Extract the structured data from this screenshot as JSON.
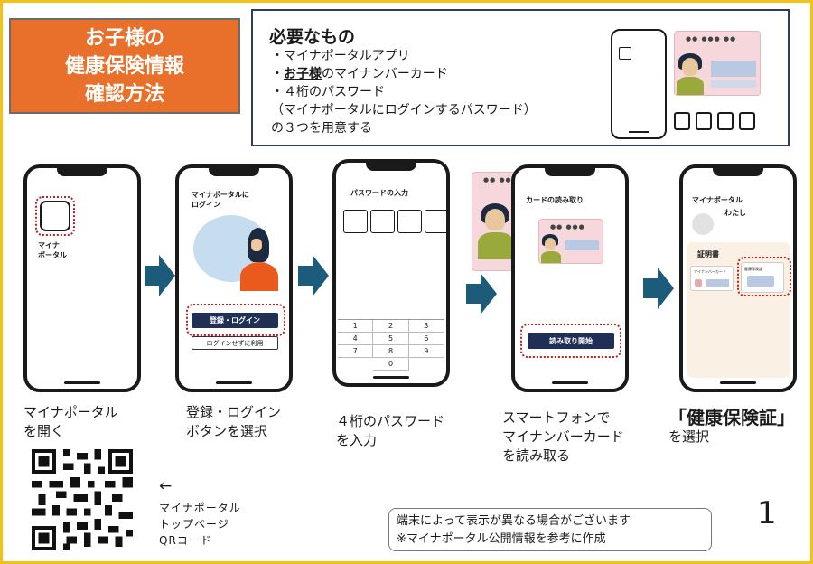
{
  "title": {
    "line1": "お子様の",
    "line2": "健康保険情報",
    "line3": "確認方法"
  },
  "needs": {
    "heading": "必要なもの",
    "item1": "・マイナポータルアプリ",
    "item2_prefix": "・",
    "item2_bold": "お子様",
    "item2_suffix": "のマイナンバーカード",
    "item3": "・４桁のパスワード",
    "item4": "（マイナポータルにログインするパスワード）",
    "item5": "の３つを用意する"
  },
  "step1": {
    "app_label_1": "マイナ",
    "app_label_2": "ポータル",
    "caption_1": "マイナポータル",
    "caption_2": "を開く"
  },
  "step2": {
    "screen_title_1": "マイナポータルに",
    "screen_title_2": "ログイン",
    "login_button": "登録・ログイン",
    "no_login_button": "ログインせずに利用",
    "caption_1": "登録・ログイン",
    "caption_2": "ボタンを選択"
  },
  "step3": {
    "screen_title": "パスワードの入力",
    "keys": [
      "1",
      "2",
      "3",
      "4",
      "5",
      "6",
      "7",
      "8",
      "9",
      "",
      "0",
      ""
    ],
    "caption_1": "４桁のパスワード",
    "caption_2": "を入力"
  },
  "step4": {
    "screen_title": "カードの読み取り",
    "start_button": "読み取り開始",
    "caption_1": "スマートフォンで",
    "caption_2": "マイナンバーカード",
    "caption_3": "を読み取る"
  },
  "step5": {
    "screen_title": "マイナポータル",
    "user_name": "わたし",
    "cert_heading": "証明書",
    "card_left": "マイナンバーカード",
    "card_right": "健康保険証",
    "caption_1": "「健康保険証」",
    "caption_2": "を選択"
  },
  "qr": {
    "arrow": "←",
    "label_1": "マイナポータル",
    "label_2": "トップページ",
    "label_3": "QRコード"
  },
  "note": {
    "line1": "端末によって表示が異なる場合がございます",
    "line2": "※マイナポータル公開情報を参考に作成"
  },
  "page_number": "1",
  "colors": {
    "title_bg": "#e8702a",
    "accent_red": "#c21d1d",
    "navy": "#1f2f56",
    "arrow": "#1d5b7a",
    "border_yellow": "#f2c21b"
  }
}
